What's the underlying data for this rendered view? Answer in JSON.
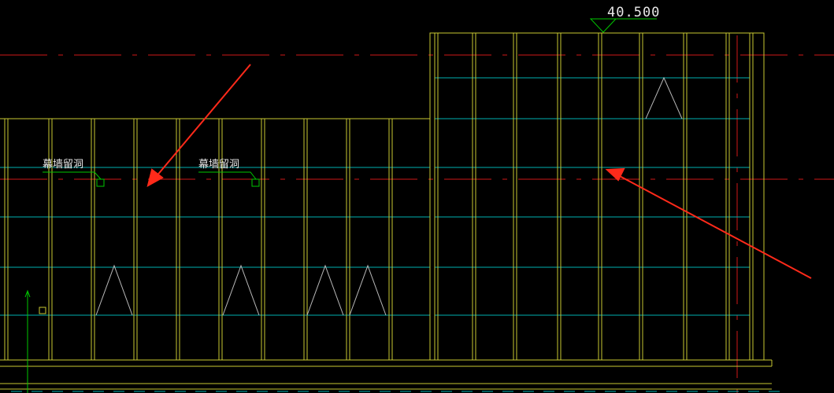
{
  "drawing": {
    "elevation_mark": "40.500",
    "annotations": [
      {
        "text": "幕墙留洞"
      },
      {
        "text": "幕墙留洞"
      }
    ]
  },
  "colors": {
    "background": "#000000",
    "frame": "#c8c832",
    "glazing": "#00b0b0",
    "centerline": "#d01818",
    "arrow": "#ff2a1a",
    "leader": "#00c800",
    "text": "#e8e8e8"
  }
}
